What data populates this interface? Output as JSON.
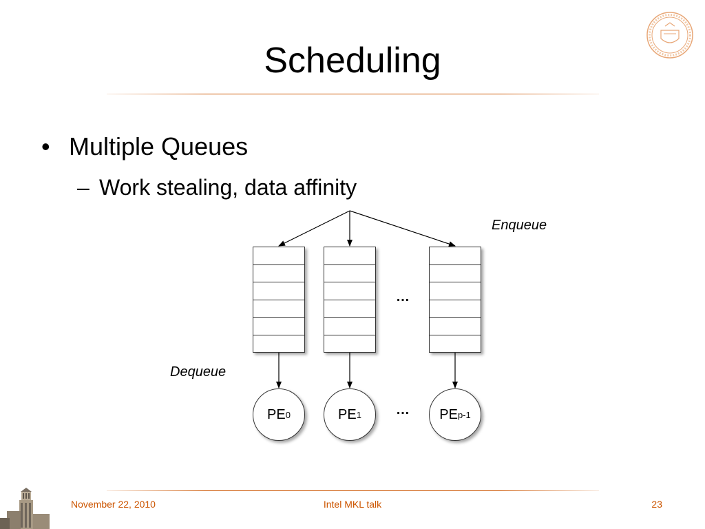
{
  "slide": {
    "title": "Scheduling",
    "bullets": [
      {
        "text": "Multiple Queues",
        "symbol": "•"
      },
      {
        "text": "Work stealing, data affinity",
        "symbol": "–"
      }
    ]
  },
  "diagram": {
    "enqueue_label": "Enqueue",
    "dequeue_label": "Dequeue",
    "ellipsis": "…",
    "processors": [
      {
        "base": "PE",
        "sub": "0"
      },
      {
        "base": "PE",
        "sub": "1"
      },
      {
        "base": "PE",
        "sub": "p-1"
      }
    ]
  },
  "footer": {
    "date": "November 22, 2010",
    "center": "Intel MKL talk",
    "page": "23"
  },
  "colors": {
    "accent": "#cc5500"
  }
}
